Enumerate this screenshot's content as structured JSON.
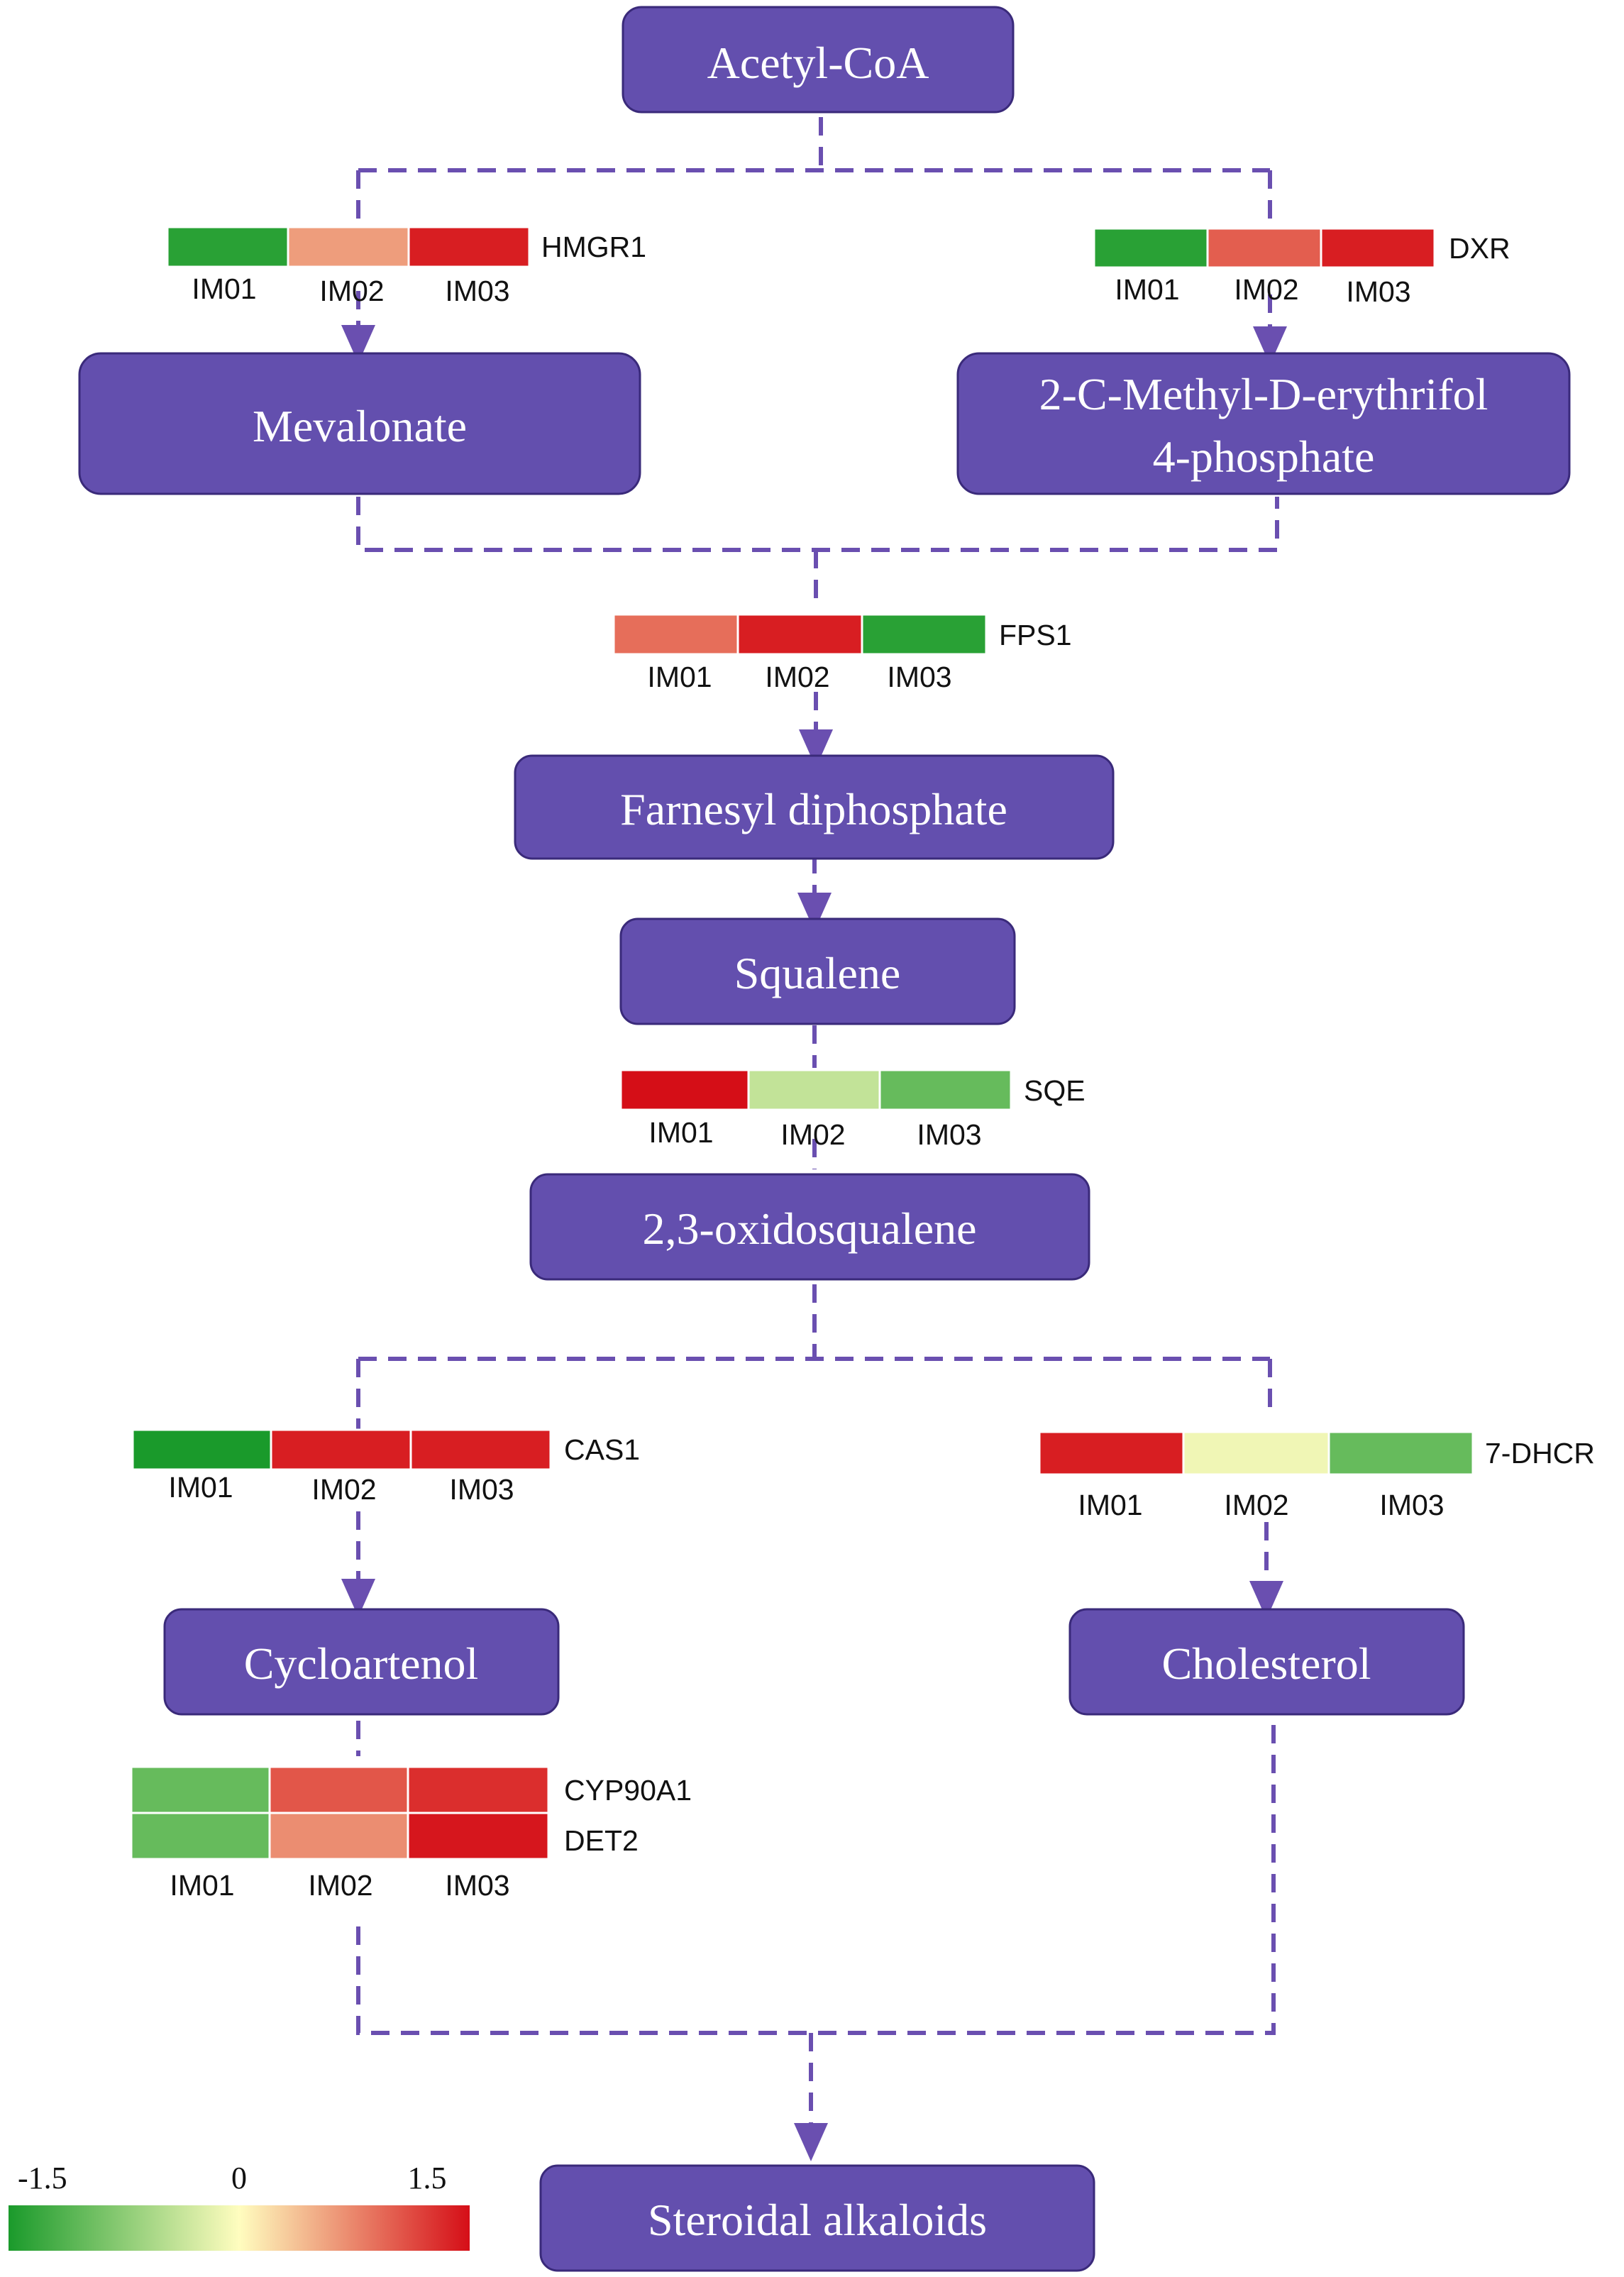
{
  "nodes": [
    {
      "id": "acetyl",
      "lines": [
        "Acetyl-CoA"
      ]
    },
    {
      "id": "mevalonate",
      "lines": [
        "Mevalonate"
      ]
    },
    {
      "id": "mep",
      "lines": [
        "2-C-Methyl-D-erythrifol",
        "4-phosphate"
      ]
    },
    {
      "id": "farnesyl",
      "lines": [
        "Farnesyl diphosphate"
      ]
    },
    {
      "id": "squalene",
      "lines": [
        "Squalene"
      ]
    },
    {
      "id": "oxidosqualene",
      "lines": [
        "2,3-oxidosqualene"
      ]
    },
    {
      "id": "cycloartenol",
      "lines": [
        "Cycloartenol"
      ]
    },
    {
      "id": "cholesterol",
      "lines": [
        "Cholesterol"
      ]
    },
    {
      "id": "steroidal",
      "lines": [
        "Steroidal alkaloids"
      ]
    }
  ],
  "heatmaps": [
    {
      "id": "hm-hmgr1",
      "columns": [
        "IM01",
        "IM02",
        "IM03"
      ],
      "rows": [
        {
          "gene": "HMGR1",
          "values": [
            -1.4,
            0.6,
            1.4
          ]
        }
      ]
    },
    {
      "id": "hm-dxr",
      "columns": [
        "IM01",
        "IM02",
        "IM03"
      ],
      "rows": [
        {
          "gene": "DXR",
          "values": [
            -1.4,
            1.0,
            1.4
          ]
        }
      ]
    },
    {
      "id": "hm-fps1",
      "columns": [
        "IM01",
        "IM02",
        "IM03"
      ],
      "rows": [
        {
          "gene": "FPS1",
          "values": [
            0.9,
            1.4,
            -1.4
          ]
        }
      ]
    },
    {
      "id": "hm-sqe",
      "columns": [
        "IM01",
        "IM02",
        "IM03"
      ],
      "rows": [
        {
          "gene": "SQE",
          "values": [
            1.5,
            -0.4,
            -1.0
          ]
        }
      ]
    },
    {
      "id": "hm-cas1",
      "columns": [
        "IM01",
        "IM02",
        "IM03"
      ],
      "rows": [
        {
          "gene": "CAS1",
          "values": [
            -1.5,
            1.4,
            1.4
          ]
        }
      ]
    },
    {
      "id": "hm-7dhcr",
      "columns": [
        "IM01",
        "IM02",
        "IM03"
      ],
      "rows": [
        {
          "gene": "7-DHCR",
          "values": [
            1.4,
            -0.1,
            -1.0
          ]
        }
      ]
    },
    {
      "id": "hm-cyp-det",
      "columns": [
        "IM01",
        "IM02",
        "IM03"
      ],
      "rows": [
        {
          "gene": "CYP90A1",
          "values": [
            -1.0,
            1.05,
            1.3
          ]
        },
        {
          "gene": "DET2",
          "values": [
            -1.0,
            0.7,
            1.45
          ]
        }
      ]
    }
  ],
  "legend": {
    "min": -1.5,
    "mid": 0,
    "max": 1.5,
    "min_label": "-1.5",
    "mid_label": "0",
    "max_label": "1.5",
    "colors": {
      "low": "#1A9A2B",
      "mid": "#FFFDBF",
      "high": "#D50E17"
    }
  },
  "colors": {
    "node_fill": "#634FAE",
    "connector": "#6A4FB0"
  }
}
